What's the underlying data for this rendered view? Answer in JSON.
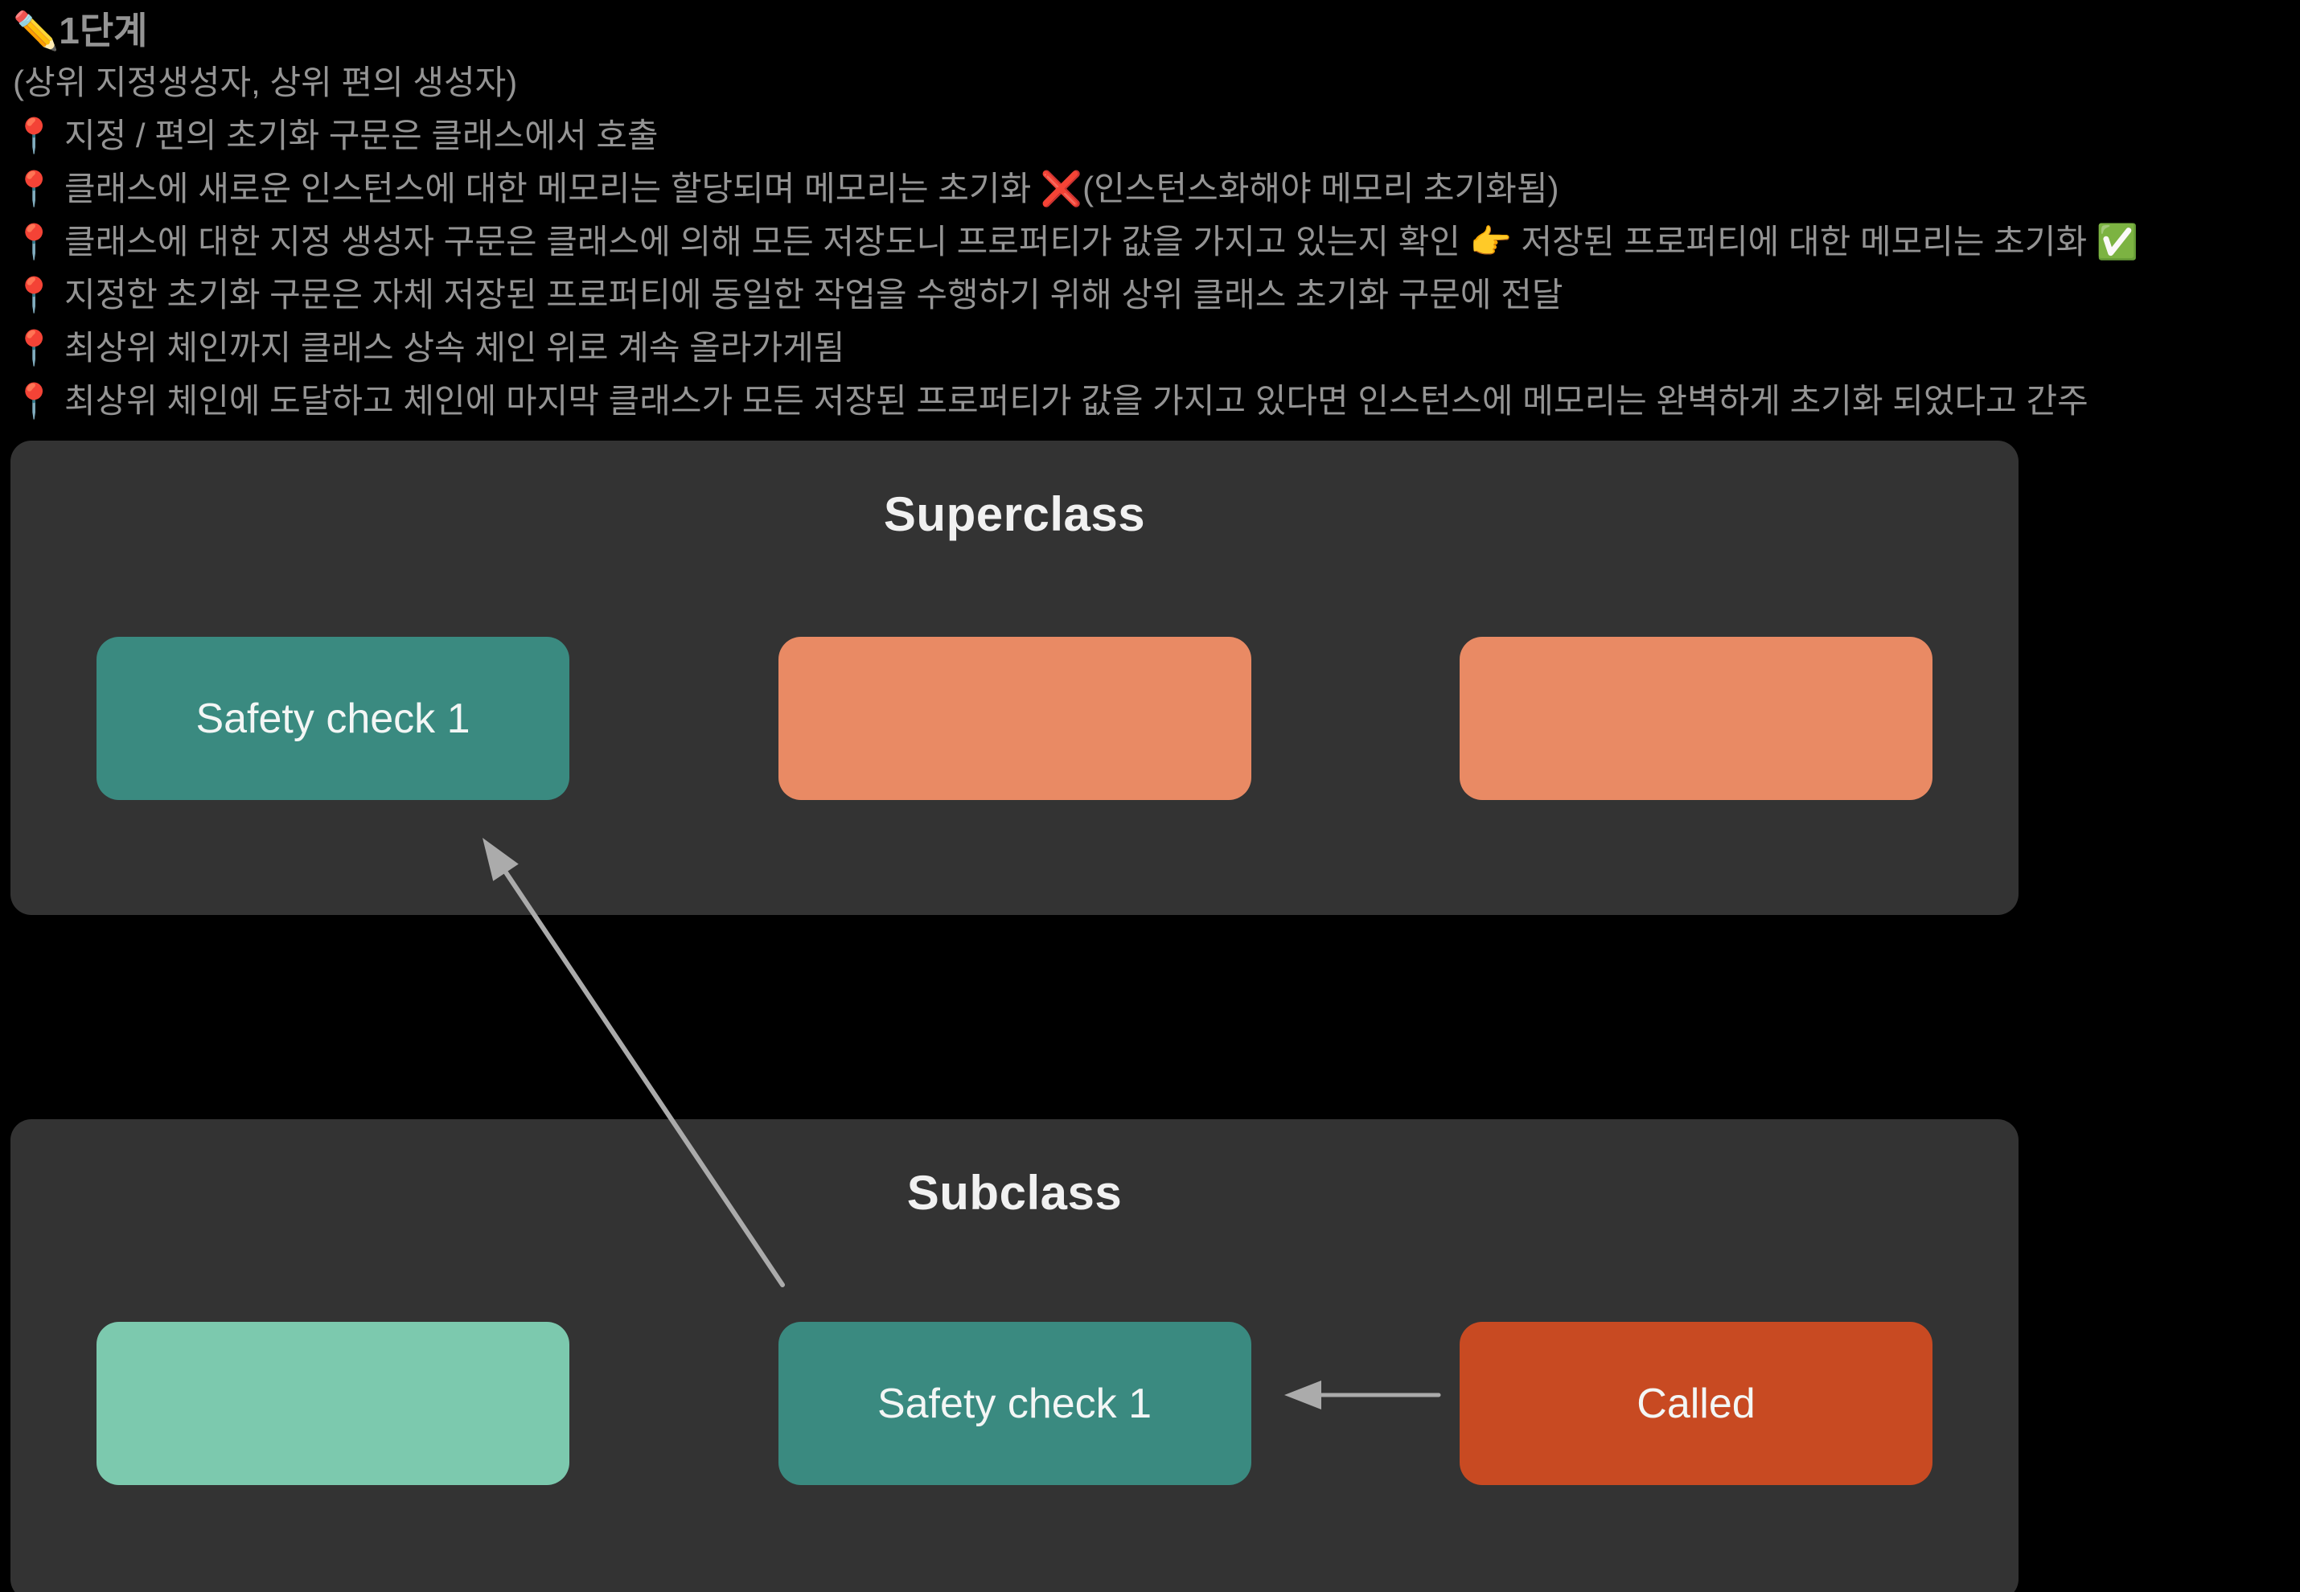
{
  "notes": {
    "heading": "✏️1단계",
    "lines": [
      "(상위 지정생성자, 상위 편의 생성자)",
      "📍 지정 / 편의 초기화 구문은 클래스에서 호출",
      "📍 클래스에 새로운 인스턴스에 대한 메모리는 할당되며 메모리는 초기화 ❌(인스턴스화해야 메모리 초기화됨)",
      "📍 클래스에 대한 지정 생성자 구문은 클래스에 의해 모든 저장도니 프로퍼티가 값을 가지고 있는지 확인 👉 저장된 프로퍼티에 대한 메모리는 초기화 ✅",
      "📍 지정한 초기화 구문은 자체 저장된 프로퍼티에 동일한 작업을 수행하기 위해 상위 클래스 초기화 구문에 전달",
      "📍 최상위 체인까지 클래스 상속 체인 위로 계속 올라가게됨",
      "📍 최상위 체인에 도달하고 체인에 마지막 클래스가 모든 저장된 프로퍼티가 값을 가지고 있다면 인스턴스에 메모리는 완벽하게 초기화 되었다고 간주"
    ]
  },
  "diagram": {
    "panels": [
      {
        "title": "Superclass",
        "boxes": [
          {
            "label": "Safety check 1",
            "color": "#3a8a80"
          },
          {
            "label": "",
            "color": "#e98a64"
          },
          {
            "label": "",
            "color": "#e98a64"
          }
        ]
      },
      {
        "title": "Subclass",
        "boxes": [
          {
            "label": "",
            "color": "#7cc9ae"
          },
          {
            "label": "Safety check 1",
            "color": "#3a8a80"
          },
          {
            "label": "Called",
            "color": "#c84a22"
          }
        ]
      }
    ],
    "arrows": [
      {
        "name": "subclass-safety-check-to-superclass-safety-check",
        "from": "subclass Safety check 1",
        "to": "superclass Safety check 1",
        "color": "#ababab"
      },
      {
        "name": "called-to-subclass-safety-check",
        "from": "Called",
        "to": "subclass Safety check 1",
        "color": "#ababab"
      }
    ]
  },
  "colors": {
    "background": "#000000",
    "panel": "#333333",
    "note_text": "#949494",
    "title_text": "#f1f1f1",
    "box_label_text": "#f3f6f5",
    "teal": "#3a8a80",
    "salmon": "#e98a64",
    "mint": "#7cc9ae",
    "orange": "#c84a22",
    "arrow": "#ababab"
  }
}
